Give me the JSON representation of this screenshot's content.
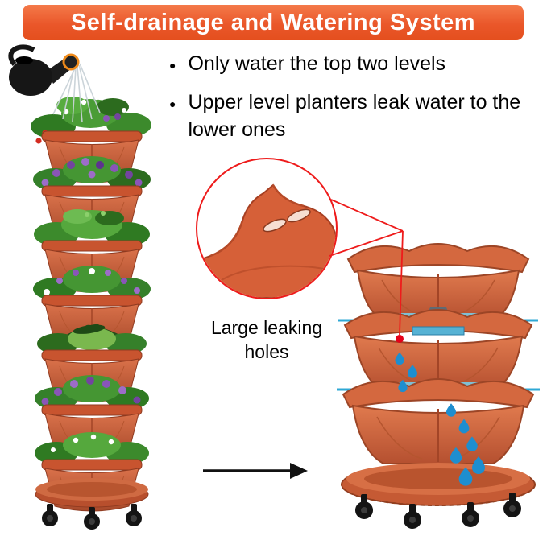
{
  "header": {
    "title": "Self-drainage and Watering System"
  },
  "bullets": [
    {
      "text": "Only water the top two levels"
    },
    {
      "text": "Upper level planters leak water to the lower ones"
    }
  ],
  "callout": {
    "label": "Large leaking holes"
  },
  "colors": {
    "banner_orange": "#e9572a",
    "terracotta": "#cd613a",
    "terracotta_dark": "#8f3a20",
    "water_blue": "#2fa8d5",
    "drop_blue": "#1e8ecf",
    "callout_red": "#ee1b1b",
    "text_black": "#000000"
  }
}
